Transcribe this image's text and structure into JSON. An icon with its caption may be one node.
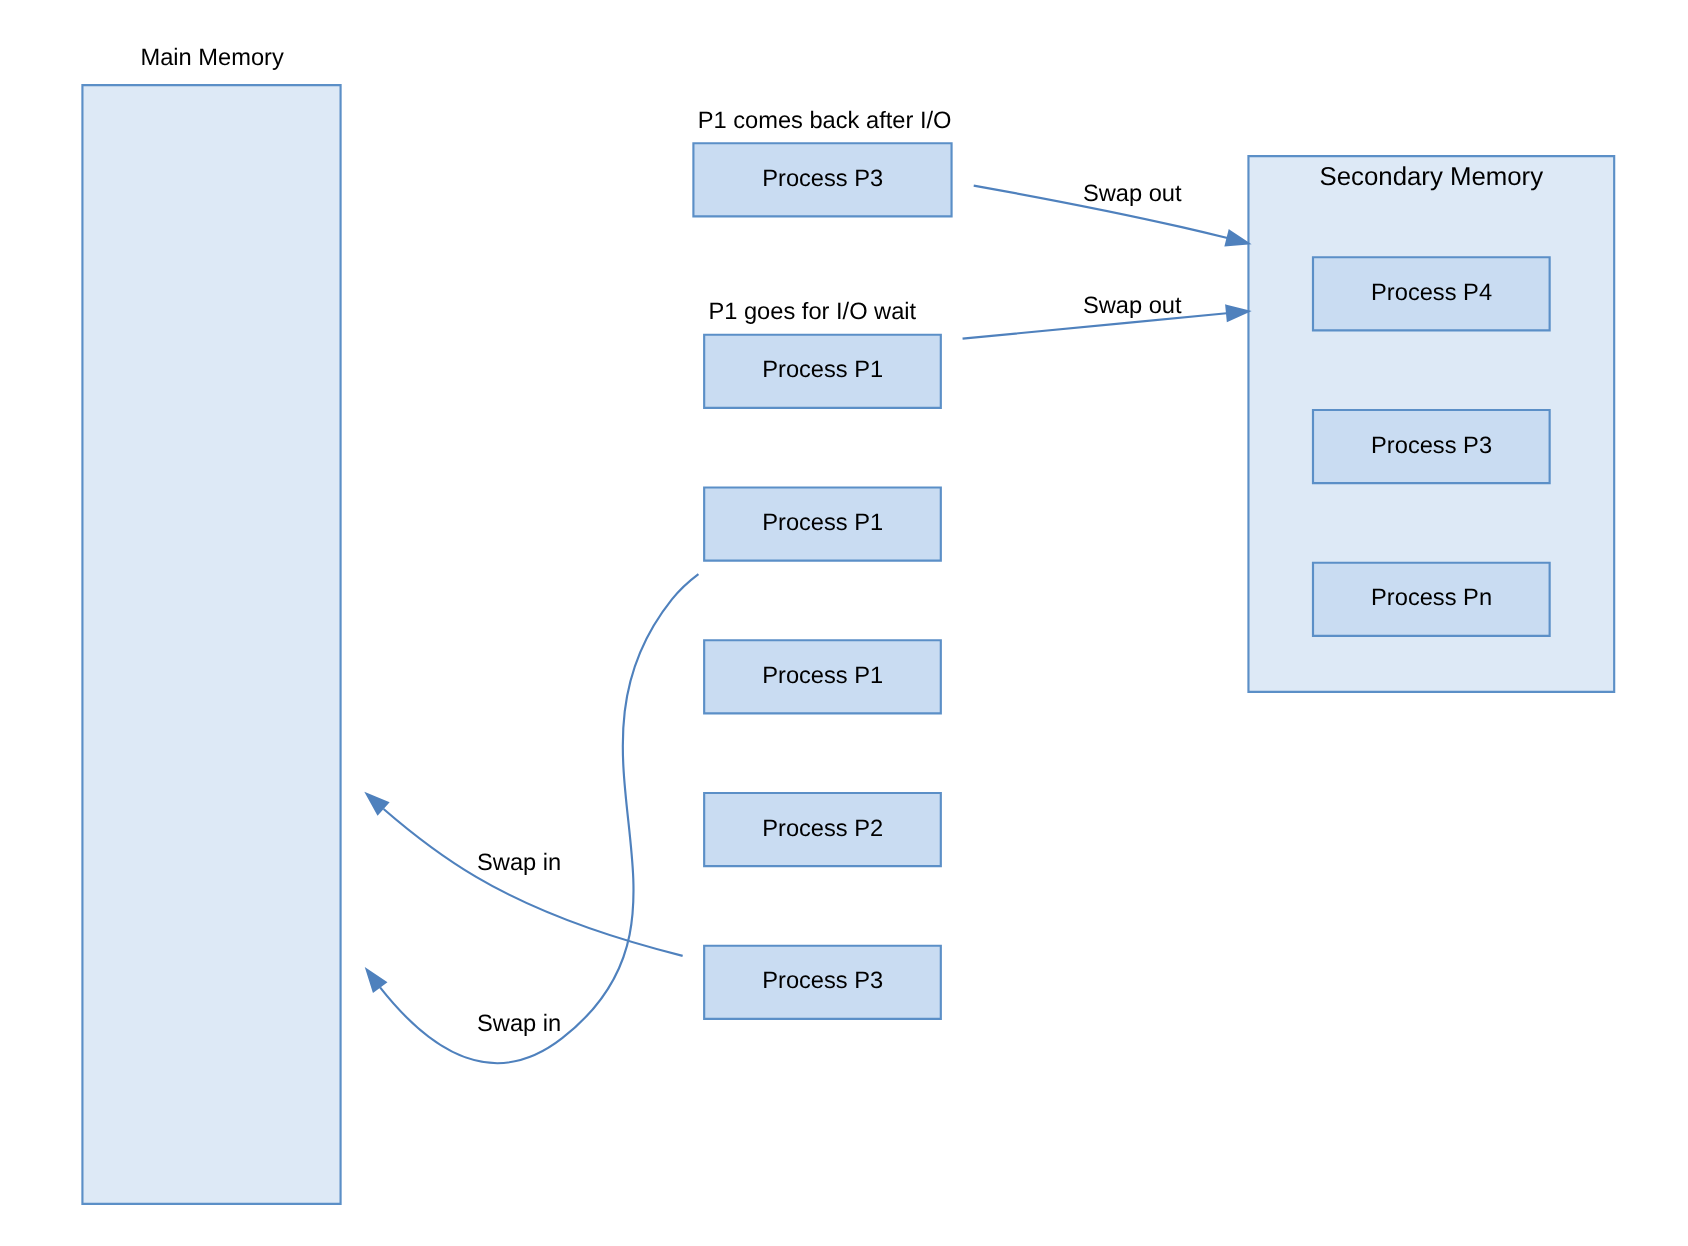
{
  "diagram": {
    "nodes": [
      {
        "text": [
          "Main Memory"
        ]
      },
      {
        "text": [
          "Process P1"
        ]
      },
      {
        "text": [
          "Process P2"
        ]
      },
      {
        "text": [
          "Process P1"
        ],
        "beside": [
          "P1 goes for I/O wait"
        ]
      },
      {
        "text": [
          "Process P3"
        ]
      },
      {
        "text": [
          "Process P3"
        ],
        "beside": [
          "P1 comes back after I/O"
        ]
      },
      {
        "text": [
          "Process P1"
        ]
      },
      {
        "text": [
          "Secondary Memory"
        ]
      },
      {
        "text": [
          "Process P3"
        ],
        "in": 7
      },
      {
        "text": [
          "Process P4"
        ],
        "in": 7
      },
      {
        "text": [
          "Process Pn"
        ],
        "in": 7
      }
    ],
    "edges": [
      {
        "from": 3,
        "to": 7,
        "arrow": "to",
        "label": "Swap out"
      },
      {
        "from": 4,
        "to": 0,
        "arrow": "to",
        "label": "Swap in"
      },
      {
        "from": 5,
        "to": 7,
        "arrow": "to",
        "label": "Swap out"
      },
      {
        "from": 6,
        "to": 0,
        "arrow": "to",
        "label": "Swap in"
      }
    ]
  }
}
